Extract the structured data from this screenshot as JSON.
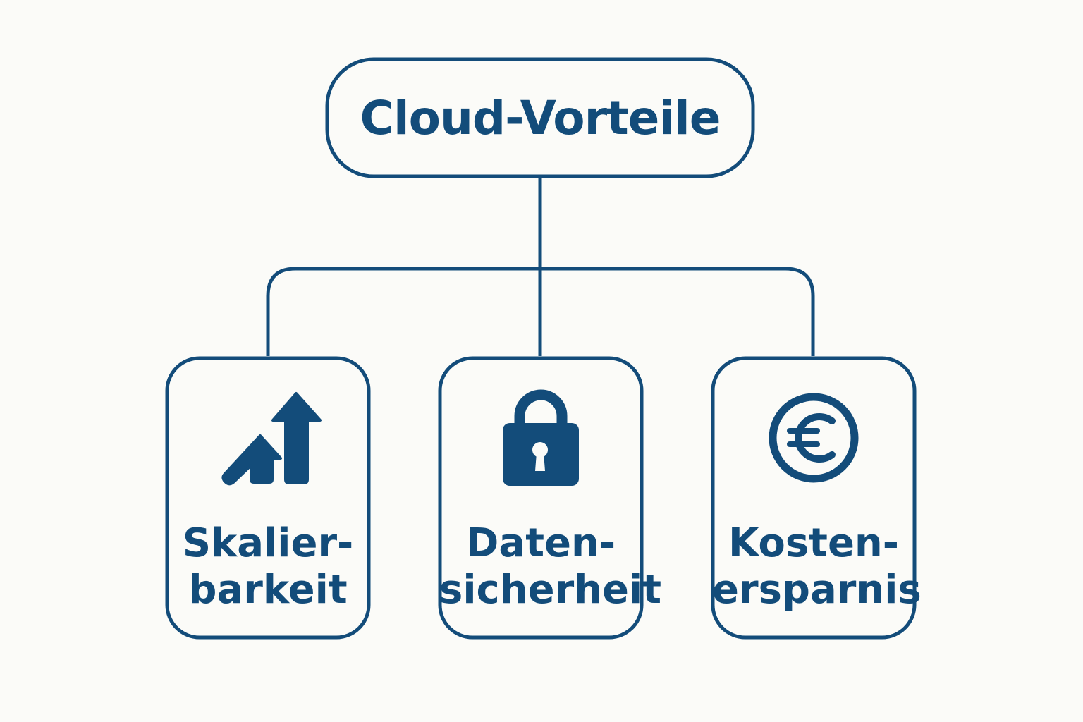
{
  "diagram": {
    "root": {
      "label": "Cloud-Vorteile"
    },
    "children": [
      {
        "line1": "Skalier-",
        "line2": "barkeit",
        "icon": "scalability-arrows-icon"
      },
      {
        "line1": "Daten-",
        "line2": "sicherheit",
        "icon": "padlock-icon"
      },
      {
        "line1": "Kosten-",
        "line2": "ersparnis",
        "icon": "euro-coin-icon"
      }
    ],
    "colors": {
      "stroke": "#134c7a",
      "background": "#fbfbf8"
    }
  }
}
